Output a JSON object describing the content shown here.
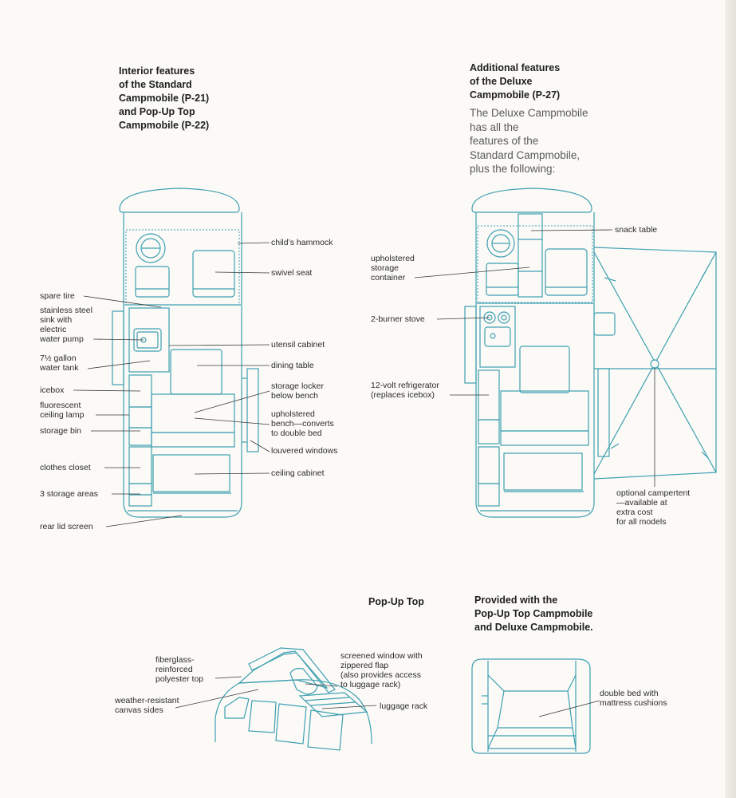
{
  "colors": {
    "diagram": "#3e9fb1",
    "text": "#1f1f1f",
    "paper": "#fbfaf7"
  },
  "headings": {
    "standard": [
      "Interior features",
      "of the Standard",
      "Campmobile (P-21)",
      "and Pop-Up Top",
      "Campmobile (P-22)"
    ],
    "deluxe": [
      "Additional features",
      "of the Deluxe",
      "Campmobile (P-27)"
    ],
    "popup": [
      "Pop-Up Top"
    ],
    "provided": [
      "Provided with the",
      "Pop-Up Top Campmobile",
      "and Deluxe Campmobile."
    ]
  },
  "deluxe_intro": [
    "The Deluxe Campmobile",
    "has all the",
    "features of the",
    "Standard Campmobile,",
    "plus the following:"
  ],
  "standard_labels": {
    "childs_hammock": [
      "child’s hammock"
    ],
    "swivel_seat": [
      "swivel seat"
    ],
    "spare_tire": [
      "spare tire"
    ],
    "sink": [
      "stainless steel",
      "sink with",
      "electric",
      "water pump"
    ],
    "utensil_cabinet": [
      "utensil cabinet"
    ],
    "water_tank": [
      "7½ gallon",
      "water tank"
    ],
    "dining_table": [
      "dining table"
    ],
    "icebox": [
      "icebox"
    ],
    "storage_locker": [
      "storage locker",
      "below bench"
    ],
    "ceiling_lamp": [
      "fluorescent",
      "ceiling lamp"
    ],
    "bench": [
      "upholstered",
      "bench—converts",
      "to double bed"
    ],
    "storage_bin": [
      "storage bin"
    ],
    "louvered_windows": [
      "louvered windows"
    ],
    "clothes_closet": [
      "clothes closet"
    ],
    "ceiling_cabinet": [
      "ceiling cabinet"
    ],
    "storage_areas": [
      "3 storage areas"
    ],
    "rear_lid_screen": [
      "rear lid screen"
    ]
  },
  "deluxe_labels": {
    "snack_table": [
      "snack table"
    ],
    "storage_container": [
      "upholstered",
      "storage",
      "container"
    ],
    "stove": [
      "2-burner stove"
    ],
    "refrigerator": [
      "12-volt refrigerator",
      "(replaces icebox)"
    ],
    "campertent": [
      "optional campertent",
      "—available at",
      "extra cost",
      "for all models"
    ]
  },
  "popup_labels": {
    "fiberglass_top": [
      "fiberglass-",
      "reinforced",
      "polyester top"
    ],
    "screened_window": [
      "screened window with",
      "zippered flap",
      "(also provides access",
      "to luggage rack)"
    ],
    "canvas_sides": [
      "weather-resistant",
      "canvas sides"
    ],
    "luggage_rack": [
      "luggage rack"
    ]
  },
  "bed_labels": {
    "double_bed": [
      "double bed with",
      "mattress cushions"
    ]
  }
}
